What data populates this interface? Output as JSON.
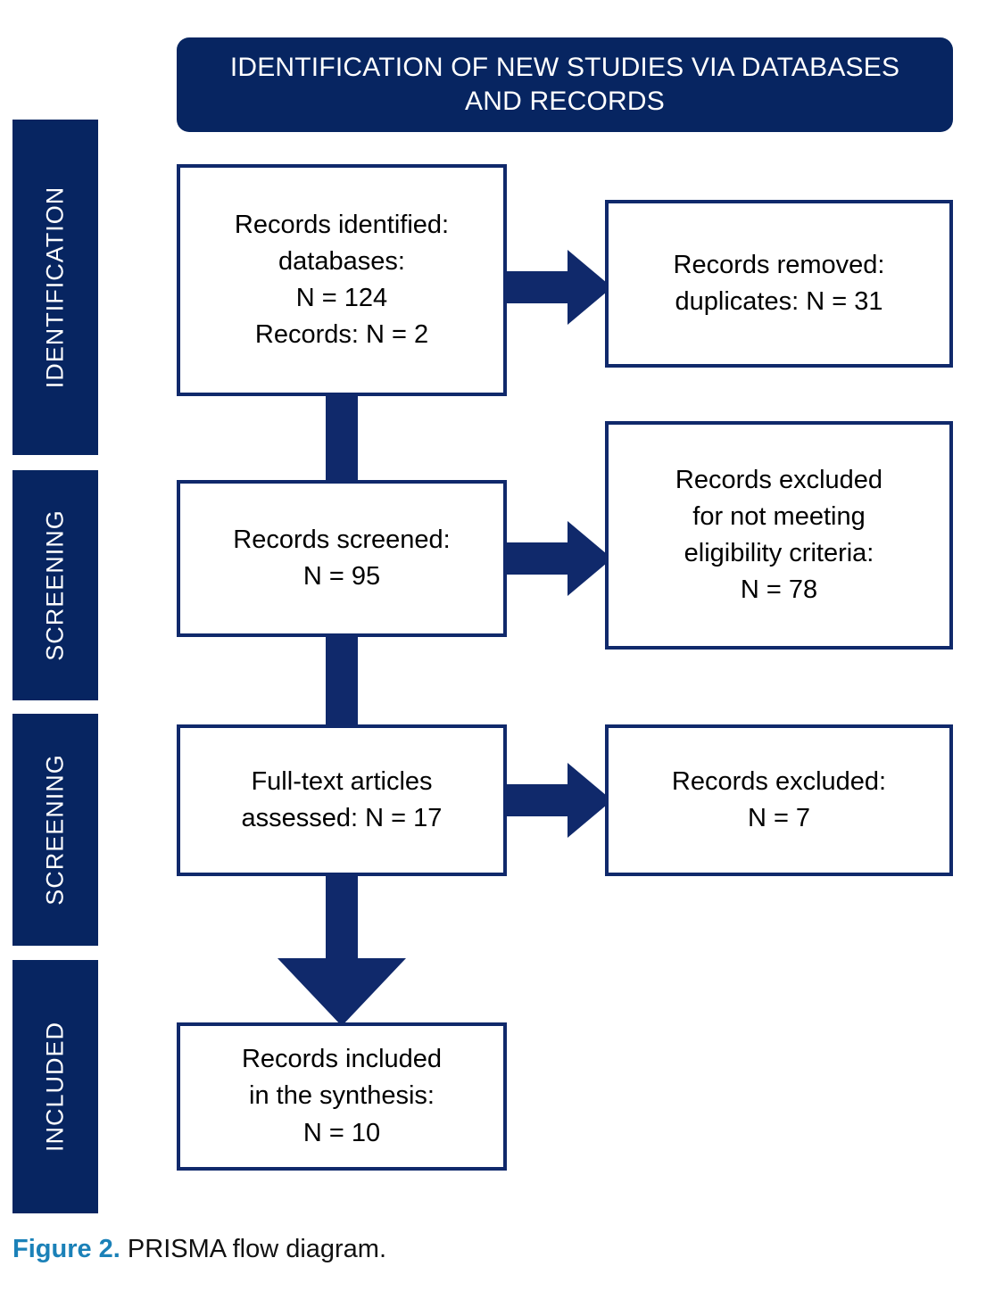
{
  "figure": {
    "header_title": "IDENTIFICATION OF NEW STUDIES VIA DATABASES AND RECORDS",
    "caption_label": "Figure 2.",
    "caption_text": "PRISMA flow diagram.",
    "colors": {
      "navy": "#072561",
      "box_border": "#10296b",
      "caption_accent": "#1b81b8",
      "background": "#ffffff",
      "text": "#000000"
    }
  },
  "stages": [
    {
      "label": "IDENTIFICATION"
    },
    {
      "label": "SCREENING"
    },
    {
      "label": "SCREENING"
    },
    {
      "label": "INCLUDED"
    }
  ],
  "boxes": {
    "identified": {
      "text": "Records identified:\ndatabases:\nN = 124\nRecords: N = 2"
    },
    "duplicates_removed": {
      "text": "Records removed:\nduplicates: N = 31"
    },
    "screened": {
      "text": "Records screened:\nN = 95"
    },
    "excluded_eligibility": {
      "text": "Records excluded\nfor not meeting\neligibility criteria:\nN = 78"
    },
    "fulltext_assessed": {
      "text": "Full-text articles\nassessed: N = 17"
    },
    "excluded": {
      "text": "Records excluded:\nN = 7"
    },
    "included": {
      "text": "Records included\nin the synthesis:\nN = 10"
    }
  },
  "flow_data": {
    "type": "diagram",
    "diagram": "PRISMA flow diagram",
    "nodes": [
      {
        "id": "identified",
        "stage": "IDENTIFICATION",
        "label": "Records identified: databases",
        "n": 124,
        "extra_label": "Records",
        "extra_n": 2
      },
      {
        "id": "duplicates_removed",
        "stage": "IDENTIFICATION",
        "label": "Records removed: duplicates",
        "n": 31
      },
      {
        "id": "screened",
        "stage": "SCREENING",
        "label": "Records screened",
        "n": 95
      },
      {
        "id": "excluded_eligibility",
        "stage": "SCREENING",
        "label": "Records excluded for not meeting eligibility criteria",
        "n": 78
      },
      {
        "id": "fulltext_assessed",
        "stage": "SCREENING",
        "label": "Full-text articles assessed",
        "n": 17
      },
      {
        "id": "excluded",
        "stage": "SCREENING",
        "label": "Records excluded",
        "n": 7
      },
      {
        "id": "included",
        "stage": "INCLUDED",
        "label": "Records included in the synthesis",
        "n": 10
      }
    ],
    "edges": [
      {
        "from": "identified",
        "to": "duplicates_removed",
        "direction": "right",
        "style": "block-arrow"
      },
      {
        "from": "identified",
        "to": "screened",
        "direction": "down",
        "style": "bar"
      },
      {
        "from": "screened",
        "to": "excluded_eligibility",
        "direction": "right",
        "style": "block-arrow"
      },
      {
        "from": "screened",
        "to": "fulltext_assessed",
        "direction": "down",
        "style": "bar"
      },
      {
        "from": "fulltext_assessed",
        "to": "excluded",
        "direction": "right",
        "style": "block-arrow"
      },
      {
        "from": "fulltext_assessed",
        "to": "included",
        "direction": "down",
        "style": "block-arrow"
      }
    ]
  }
}
